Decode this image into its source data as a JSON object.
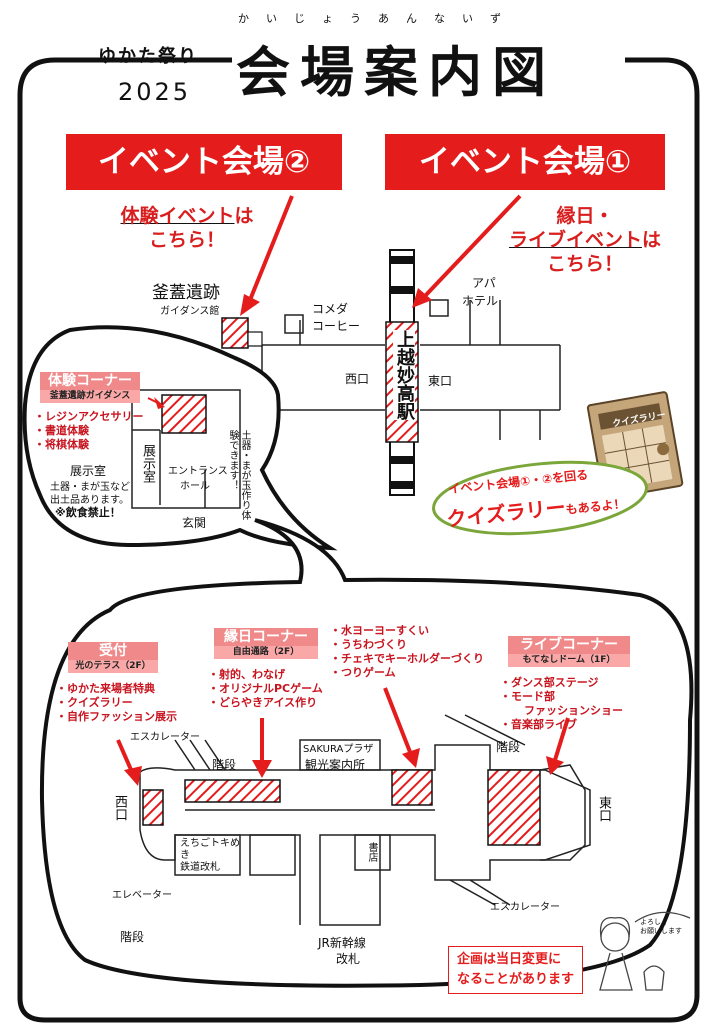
{
  "header": {
    "festival": "ゆかた祭り",
    "year": "2025",
    "ruby": "かいじょうあんないず",
    "title": "会場案内図"
  },
  "banners": {
    "venue2": "イベント会場②",
    "venue1": "イベント会場①"
  },
  "venue2_desc": {
    "line1": "体験イベント",
    "line1_suffix": "は",
    "line2": "こちら！"
  },
  "venue1_desc": {
    "line1": "縁日・",
    "line2": "ライブイベント",
    "line2_suffix": "は",
    "line3": "こちら！"
  },
  "top_map": {
    "ruins_name": "釜蓋遺跡",
    "ruins_sub": "ガイダンス館",
    "komeda_1": "コメダ",
    "komeda_2": "コーヒー",
    "apa_1": "アパ",
    "apa_2": "ホテル",
    "nishiguchi": "西口",
    "higashiguchi": "東口",
    "station": "上越妙高駅"
  },
  "taiken": {
    "title": "体験コーナー",
    "subtitle": "釜蓋遺跡ガイダンス",
    "items": [
      "・レジンアクセサリー",
      "・書道体験",
      "・将棋体験"
    ],
    "tenjishitsu": "展示室",
    "note_1": "土器・まが玉など",
    "note_2": "出土品あります。",
    "note_3": "※飲食禁止！",
    "room": "展示室",
    "hall_1": "エントランス",
    "hall_2": "ホール",
    "craft": "土器・まが玉作り体験できます！",
    "entrance": "玄関"
  },
  "quiz": {
    "card": "クイズラリー",
    "line1": "イベント会場①・②を回る",
    "line2": "クイズラリー",
    "line2_suffix": "もあるよ！"
  },
  "corners": {
    "uketsuke": {
      "title": "受付",
      "sub": "光のテラス（2F）",
      "items": [
        "・ゆかた来場者特典",
        "・クイズラリー",
        "・自作ファッション展示"
      ]
    },
    "ennichi": {
      "title": "縁日コーナー",
      "sub": "自由通路（2F）",
      "items": [
        "・射的、わなげ",
        "・オリジナルPCゲーム",
        "・どらやきアイス作り"
      ]
    },
    "ennichi_more": [
      "・水ヨーヨーすくい",
      "・うちわづくり",
      "・チェキでキーホルダーづくり",
      "・つりゲーム"
    ],
    "live": {
      "title": "ライブコーナー",
      "sub": "もてなしドーム（1F）",
      "items": [
        "・ダンス部ステージ",
        "・モード部",
        "ファッションショー",
        "・音楽部ライブ"
      ]
    }
  },
  "floor": {
    "escalator_1": "エスカレーター",
    "kaidan_1": "階段",
    "sakura": "SAKURAプラザ",
    "kanko": "観光案内所",
    "kaidan_2": "階段",
    "nishiguchi": "西口",
    "higashiguchi": "東口",
    "echigo_1": "えちごトキめき",
    "echigo_2": "鉄道改札",
    "shoten": "書店",
    "elevator": "エレベーター",
    "kaidan_3": "階段",
    "shinkansen_1": "JR新幹線",
    "shinkansen_2": "改札",
    "escalator_2": "エスカレーター"
  },
  "footer": {
    "note_1": "企画は当日変更に",
    "note_2": "なることがあります",
    "bubble_1": "よろしく",
    "bubble_2": "お願いします"
  },
  "colors": {
    "accent": "#e41c1c",
    "corner": "#f08a8a",
    "text": "#111111"
  }
}
